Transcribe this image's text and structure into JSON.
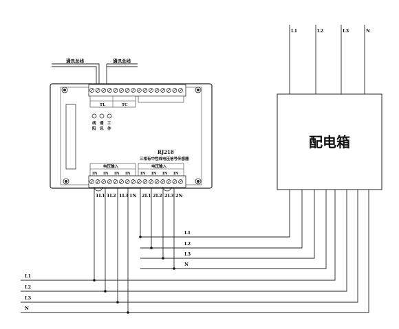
{
  "box": {
    "title": "配电箱",
    "top_lines": [
      "L1",
      "L2",
      "L3",
      "N"
    ]
  },
  "bus_labels": [
    "通讯总线",
    "通讯总线"
  ],
  "module": {
    "model": "RJ218",
    "subtitle": "三相有中性线电压信号传感器",
    "indicators": [
      {
        "top": "线",
        "bottom": "阳"
      },
      {
        "top": "通",
        "bottom": "讯"
      },
      {
        "top": "工",
        "bottom": "作"
      }
    ],
    "top_groups": [
      "TL",
      "TC"
    ],
    "bottom_groups": [
      "电压输入",
      "电压输入"
    ],
    "bottom_cells_left": [
      "IN",
      "IN",
      "IN",
      "IN"
    ],
    "bottom_cells_right": [
      "IN",
      "IN",
      "IN",
      "IN"
    ],
    "terminals": [
      "1L1",
      "1L2",
      "1L3",
      "1N",
      "2L1",
      "2L2",
      "2L3",
      "2N"
    ]
  },
  "mid_lines": [
    "L1",
    "L2",
    "L3",
    "N"
  ],
  "bottom_lines": [
    "L1",
    "L2",
    "L3",
    "N"
  ]
}
